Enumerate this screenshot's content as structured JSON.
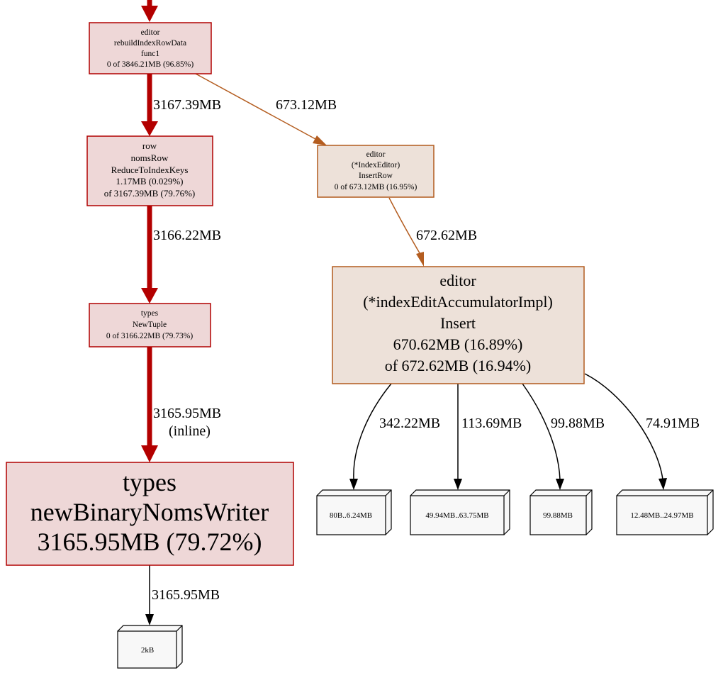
{
  "colors": {
    "hot_fill": "#eed7d7",
    "hot_stroke": "#b00000",
    "hot_edge": "#b30000",
    "warm_fill": "#ede1d9",
    "warm_stroke": "#b25b1e",
    "warm_edge": "#b45d20",
    "cold_fill": "#f8f8f8",
    "cold_stroke": "#000000"
  },
  "nodes": {
    "rebuild": {
      "lines": [
        "editor",
        "rebuildIndexRowData",
        "func1",
        "0 of 3846.21MB (96.85%)"
      ]
    },
    "reduce": {
      "lines": [
        "row",
        "nomsRow",
        "ReduceToIndexKeys",
        "1.17MB (0.029%)",
        "of 3167.39MB (79.76%)"
      ]
    },
    "newtuple": {
      "lines": [
        "types",
        "NewTuple",
        "0 of 3166.22MB (79.73%)"
      ]
    },
    "writer": {
      "lines": [
        "types",
        "newBinaryNomsWriter",
        "3165.95MB (79.72%)"
      ]
    },
    "insertrow": {
      "lines": [
        "editor",
        "(*IndexEditor)",
        "InsertRow",
        "0 of 673.12MB (16.95%)"
      ]
    },
    "insert": {
      "lines": [
        "editor",
        "(*indexEditAccumulatorImpl)",
        "Insert",
        "670.62MB (16.89%)",
        "of 672.62MB (16.94%)"
      ]
    },
    "box_2kb": {
      "label": "2kB"
    },
    "box_80b": {
      "label": "80B..6.24MB"
    },
    "box_49": {
      "label": "49.94MB..63.75MB"
    },
    "box_99": {
      "label": "99.88MB"
    },
    "box_12": {
      "label": "12.48MB..24.97MB"
    }
  },
  "edges": {
    "rebuild_to_reduce": "3167.39MB",
    "rebuild_to_insertrow": "673.12MB",
    "reduce_to_newtuple": "3166.22MB",
    "newtuple_to_writer": [
      "3165.95MB",
      "(inline)"
    ],
    "writer_to_2kb": "3165.95MB",
    "insertrow_to_insert": "672.62MB",
    "insert_to_80b": "342.22MB",
    "insert_to_49": "113.69MB",
    "insert_to_99": "99.88MB",
    "insert_to_12": "74.91MB"
  }
}
